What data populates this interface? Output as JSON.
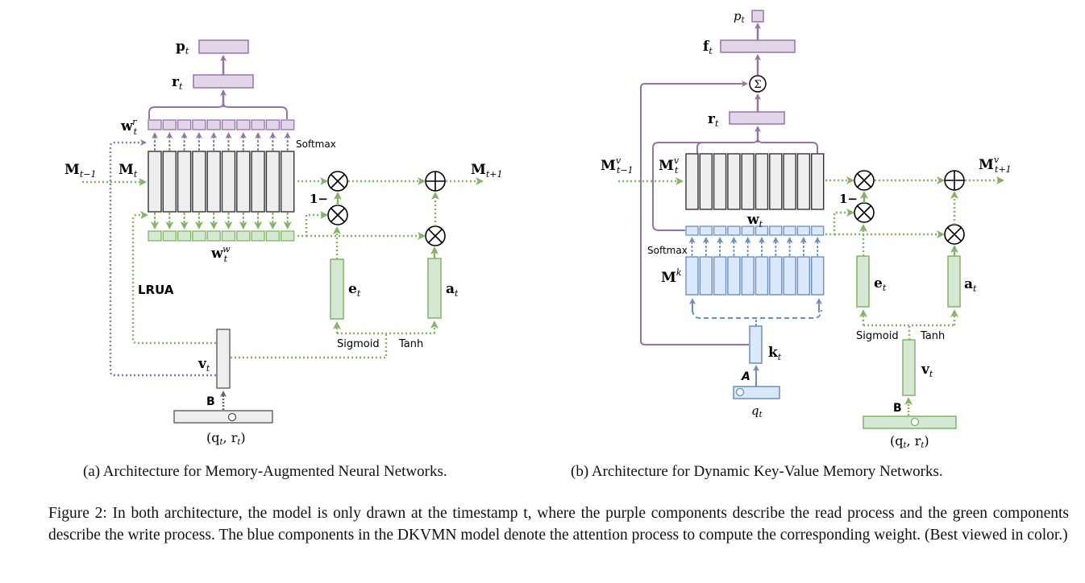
{
  "colors": {
    "purple_stroke": "#9673a6",
    "purple_fill": "#e1d5e7",
    "green_stroke": "#82b366",
    "green_fill": "#d5e8d4",
    "blue_stroke": "#6c8ebf",
    "blue_fill": "#dae8fc",
    "gray_stroke": "#333333",
    "gray_fill": "#eeeeee"
  },
  "diagram_a": {
    "labels": {
      "p": "p",
      "p_sub": "t",
      "r": "r",
      "r_sub": "t",
      "w_read": "w",
      "w_read_sub": "t",
      "w_read_sup": "r",
      "softmax": "Softmax",
      "m_prev": "M",
      "m_prev_sub": "t−1",
      "m_curr": "M",
      "m_curr_sub": "t",
      "m_next": "M",
      "m_next_sub": "t+1",
      "one_minus": "1−",
      "w_write": "w",
      "w_write_sub": "t",
      "w_write_sup": "w",
      "lrua": "LRUA",
      "e": "e",
      "e_sub": "t",
      "a": "a",
      "a_sub": "t",
      "sigmoid": "Sigmoid",
      "tanh": "Tanh",
      "v": "v",
      "v_sub": "t",
      "b": "B",
      "input": "(q",
      "input_mid": ", r",
      "input_end": ")",
      "input_sub": "t"
    },
    "memory_slots": 10
  },
  "diagram_b": {
    "labels": {
      "p": "p",
      "p_sub": "t",
      "f": "f",
      "f_sub": "t",
      "sum": "Σ",
      "r": "r",
      "r_sub": "t",
      "mv_prev": "M",
      "mv_prev_sup": "v",
      "mv_prev_sub": "t−1",
      "mv_curr": "M",
      "mv_curr_sup": "v",
      "mv_curr_sub": "t",
      "mv_next": "M",
      "mv_next_sup": "v",
      "mv_next_sub": "t+1",
      "one_minus": "1−",
      "w": "w",
      "w_sub": "t",
      "softmax": "Softmax",
      "mk": "M",
      "mk_sup": "k",
      "e": "e",
      "e_sub": "t",
      "a": "a",
      "a_sub": "t",
      "sigmoid": "Sigmoid",
      "tanh": "Tanh",
      "k": "k",
      "k_sub": "t",
      "a_label": "A",
      "q": "q",
      "q_sub": "t",
      "v": "v",
      "v_sub": "t",
      "b": "B",
      "input": "(q",
      "input_mid": ", r",
      "input_end": ")",
      "input_sub": "t"
    },
    "memory_slots": 10
  },
  "captions": {
    "a": "(a) Architecture for Memory-Augmented Neural Networks.",
    "b": "(b) Architecture for Dynamic Key-Value Memory Networks.",
    "figure": "Figure 2: In both architecture, the model is only drawn at the timestamp t, where the purple components describe the read process and the green components describe the write process. The blue components in the DKVMN model denote the attention process to compute the corresponding weight. (Best viewed in color.)"
  }
}
